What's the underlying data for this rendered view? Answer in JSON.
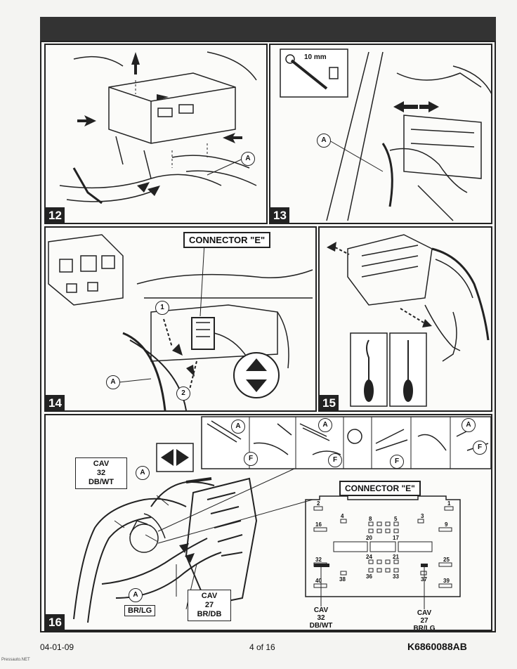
{
  "steps": {
    "s12": {
      "number": "12"
    },
    "s13": {
      "number": "13",
      "tool_size": "10 mm"
    },
    "s14": {
      "number": "14",
      "connector_label": "CONNECTOR \"E\"",
      "callout_1": "1",
      "callout_2": "2"
    },
    "s15": {
      "number": "15"
    },
    "s16": {
      "number": "16",
      "cav_top": {
        "line1": "CAV",
        "line2": "32",
        "line3": "DB/WT"
      },
      "cav_bottom": {
        "line1": "CAV",
        "line2": "27",
        "line3": "BR/DB"
      },
      "wire_tag": "BR/LG",
      "connector_label": "CONNECTOR \"E\"",
      "splice_callout_f": "F",
      "pin_numbers": [
        "2",
        "1",
        "4",
        "8",
        "5",
        "3",
        "16",
        "9",
        "20",
        "17",
        "24",
        "21",
        "32",
        "25",
        "36",
        "33",
        "38",
        "37",
        "40",
        "39"
      ],
      "pin_label_left": {
        "line1": "CAV",
        "line2": "32",
        "line3": "DB/WT"
      },
      "pin_label_right": {
        "line1": "CAV",
        "line2": "27",
        "line3": "BR/LG"
      }
    }
  },
  "callout_a": "A",
  "footer": {
    "date": "04-01-09",
    "page": "4 of 16",
    "doc_number": "K6860088AB"
  },
  "watermark": "Pressauto.NET"
}
